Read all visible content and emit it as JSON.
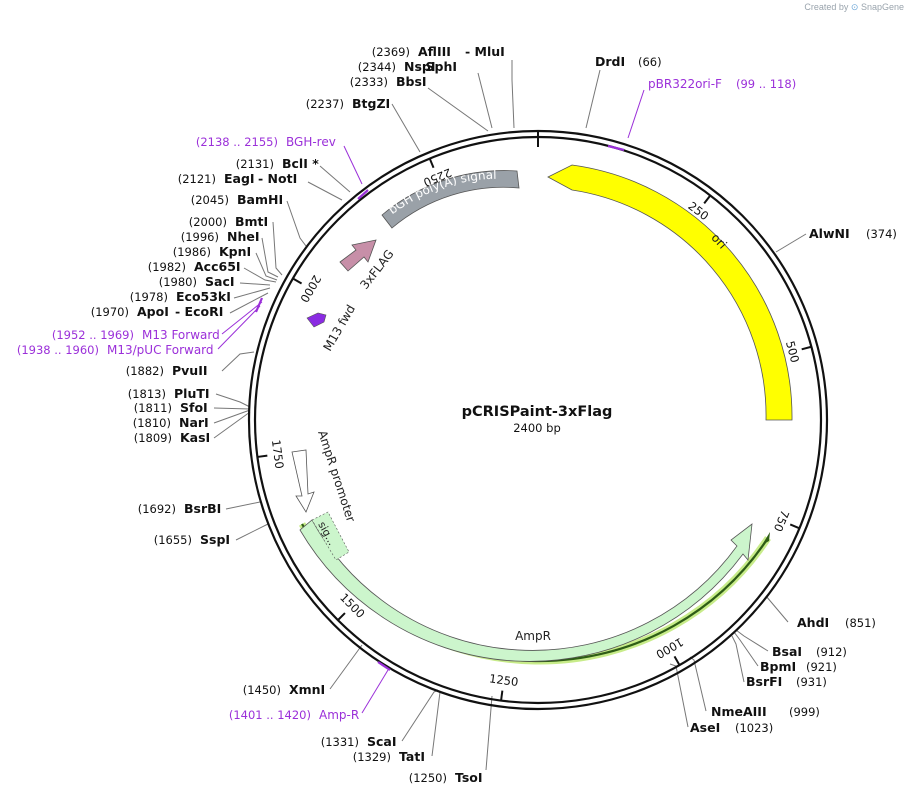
{
  "brand": {
    "prefix": "Created by",
    "name": "SnapGene"
  },
  "plasmid": {
    "name": "pCRISPaint-3xFlag",
    "length_label": "2400 bp",
    "length": 2400
  },
  "ticks": [
    "250",
    "500",
    "750",
    "1000",
    "1250",
    "1500",
    "1750",
    "2000",
    "2250"
  ],
  "enzymes": [
    {
      "pos": "(2369)",
      "names": [
        "AflIII",
        "- MluI"
      ]
    },
    {
      "pos": "(2344)",
      "names": [
        "NspI",
        "- SphI"
      ]
    },
    {
      "pos": "(2333)",
      "names": [
        "BbsI"
      ]
    },
    {
      "pos": "(2237)",
      "names": [
        "BtgZI"
      ]
    },
    {
      "pos": "(2131)",
      "names": [
        "BclI *"
      ]
    },
    {
      "pos": "(2121)",
      "names": [
        "EagI",
        "- NotI"
      ]
    },
    {
      "pos": "(2045)",
      "names": [
        "BamHI"
      ]
    },
    {
      "pos": "(2000)",
      "names": [
        "BmtI"
      ]
    },
    {
      "pos": "(1996)",
      "names": [
        "NheI"
      ]
    },
    {
      "pos": "(1986)",
      "names": [
        "KpnI"
      ]
    },
    {
      "pos": "(1982)",
      "names": [
        "Acc65I"
      ]
    },
    {
      "pos": "(1980)",
      "names": [
        "SacI"
      ]
    },
    {
      "pos": "(1978)",
      "names": [
        "Eco53kI"
      ]
    },
    {
      "pos": "(1970)",
      "names": [
        "ApoI",
        "- EcoRI"
      ]
    },
    {
      "pos": "(1882)",
      "names": [
        "PvuII"
      ]
    },
    {
      "pos": "(1813)",
      "names": [
        "PluTI"
      ]
    },
    {
      "pos": "(1811)",
      "names": [
        "SfoI"
      ]
    },
    {
      "pos": "(1810)",
      "names": [
        "NarI"
      ]
    },
    {
      "pos": "(1809)",
      "names": [
        "KasI"
      ]
    },
    {
      "pos": "(1692)",
      "names": [
        "BsrBI"
      ]
    },
    {
      "pos": "(1655)",
      "names": [
        "SspI"
      ]
    },
    {
      "pos": "(1450)",
      "names": [
        "XmnI"
      ]
    },
    {
      "pos": "(1331)",
      "names": [
        "ScaI"
      ]
    },
    {
      "pos": "(1329)",
      "names": [
        "TatI"
      ]
    },
    {
      "pos": "(1250)",
      "names": [
        "TsoI"
      ]
    },
    {
      "pos": "(66)",
      "names": [
        "DrdI"
      ]
    },
    {
      "pos": "(374)",
      "names": [
        "AlwNI"
      ]
    },
    {
      "pos": "(851)",
      "names": [
        "AhdI"
      ]
    },
    {
      "pos": "(912)",
      "names": [
        "BsaI"
      ]
    },
    {
      "pos": "(921)",
      "names": [
        "BpmI"
      ]
    },
    {
      "pos": "(931)",
      "names": [
        "BsrFI"
      ]
    },
    {
      "pos": "(999)",
      "names": [
        "NmeAIII"
      ]
    },
    {
      "pos": "(1023)",
      "names": [
        "AseI"
      ]
    }
  ],
  "primers": [
    {
      "name": "pBR322ori-F",
      "range": "(99 .. 118)"
    },
    {
      "name": "BGH-rev",
      "range": "(2138 .. 2155)"
    },
    {
      "name": "M13 Forward",
      "range": "(1952 .. 1969)"
    },
    {
      "name": "M13/pUC Forward",
      "range": "(1938 .. 1960)"
    },
    {
      "name": "Amp-R",
      "range": "(1401 .. 1420)"
    }
  ],
  "features": [
    {
      "name": "ori",
      "color": "#ffff00"
    },
    {
      "name": "bGH poly(A) signal",
      "color": "#9aa1a8"
    },
    {
      "name": "3xFLAG",
      "color": "#c78fa8"
    },
    {
      "name": "M13 fwd",
      "color": "#8a2be2"
    },
    {
      "name": "AmpR promoter",
      "color": "#ffffff"
    },
    {
      "name": "AmpR",
      "color": "#ccf5cc"
    },
    {
      "name": "sig...",
      "color": "#ccf5cc"
    }
  ],
  "colors": {
    "primer": "#9b30d9",
    "backbone": "#111111",
    "orf_highlight": "#c8ec8a",
    "orf_line": "#2e5d16"
  }
}
